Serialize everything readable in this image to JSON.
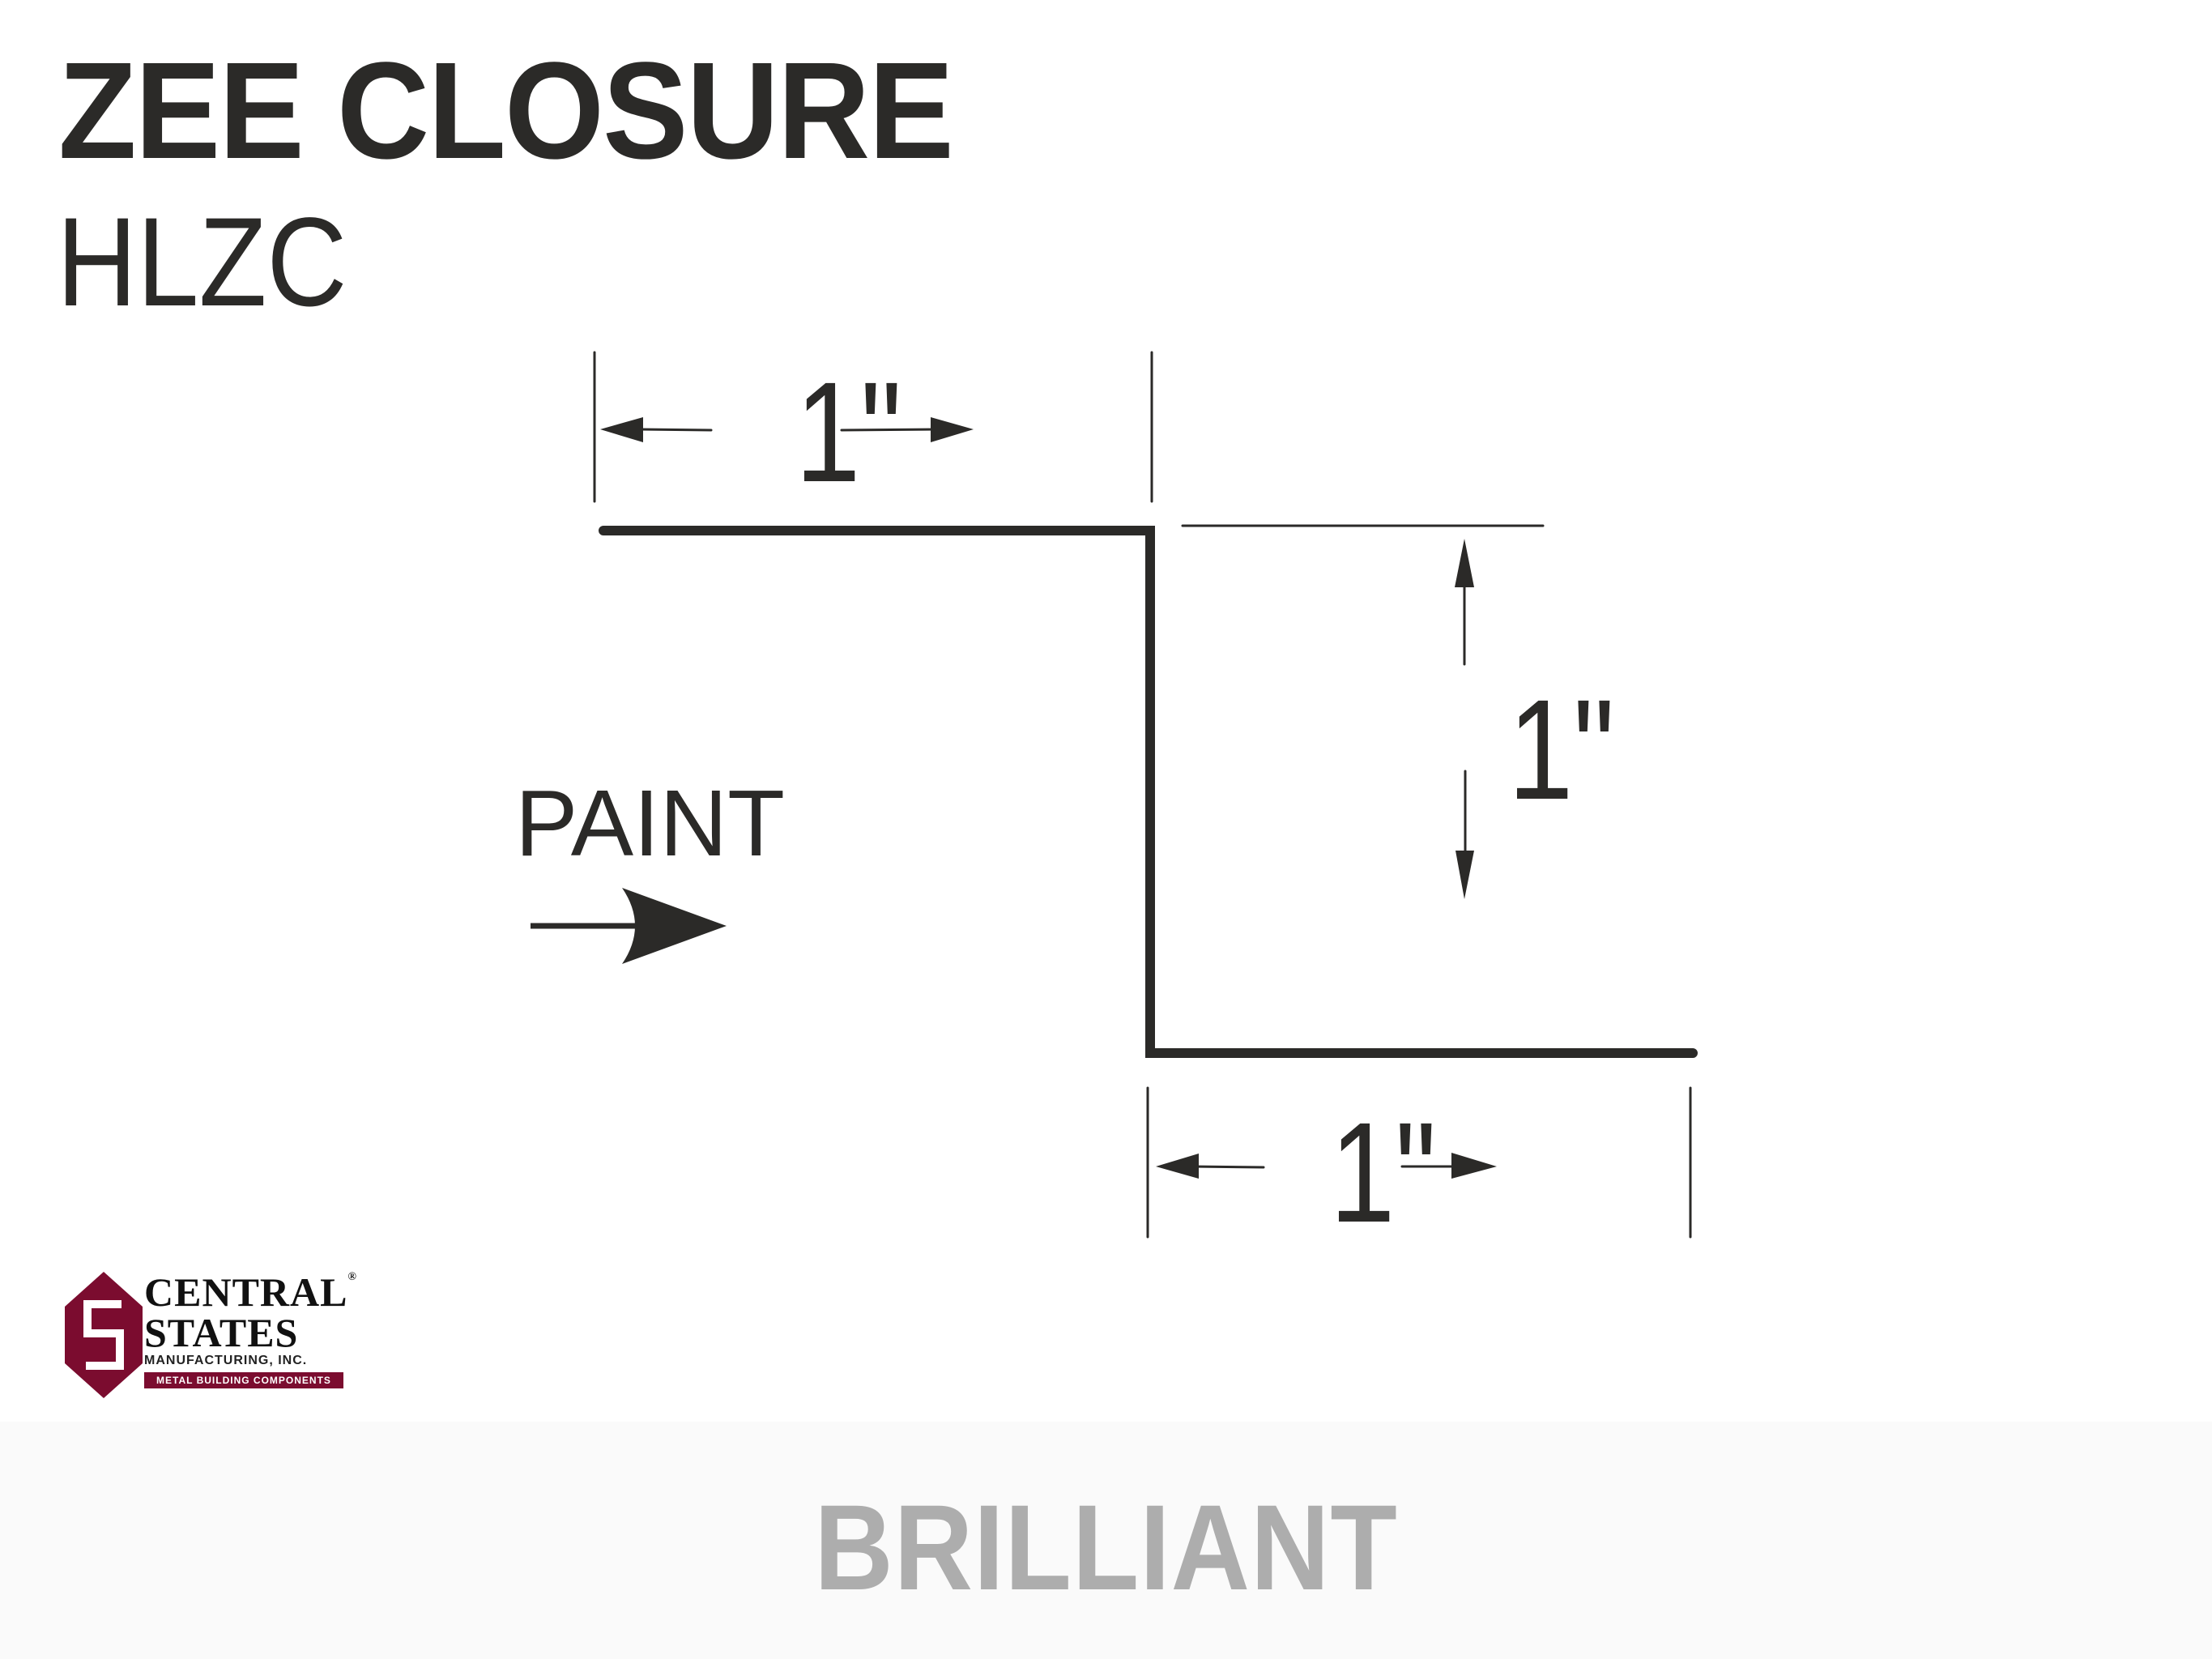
{
  "header": {
    "title": "ZEE CLOSURE",
    "product_code": "HLZC"
  },
  "drawing": {
    "profile": "zee",
    "dimensions": {
      "top_flange": "1\"",
      "web_height": "1\"",
      "bottom_flange": "1\""
    },
    "paint_side_label": "PAINT",
    "line_color": "#2b2a28"
  },
  "logo": {
    "line1": "CENTRAL",
    "line2": "STATES",
    "line3": "MANUFACTURING, INC.",
    "tagline": "METAL BUILDING COMPONENTS",
    "registered": "®",
    "brand_color": "#7b0c2f"
  },
  "footer": {
    "color_name": "BRILLIANT",
    "background": "#fafafa",
    "text_color": "#adadad"
  }
}
